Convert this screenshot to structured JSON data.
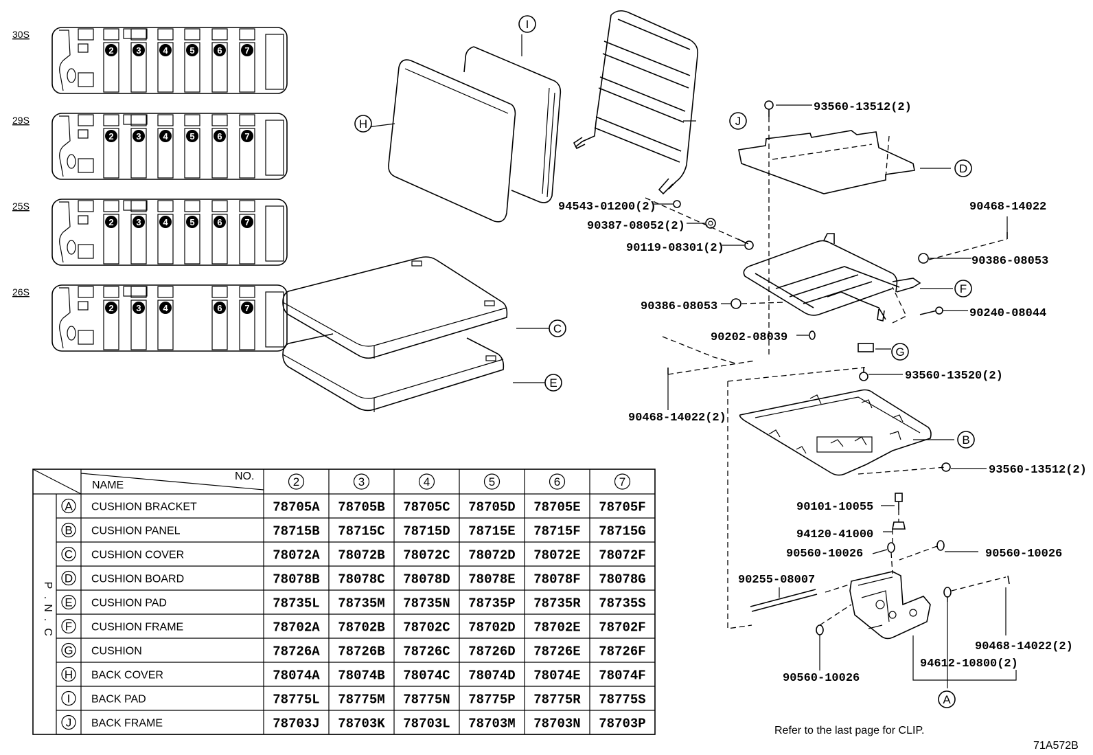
{
  "seat_layouts": [
    "30S",
    "29S",
    "25S",
    "26S"
  ],
  "layout_numbers": {
    "30S": [
      "2",
      "3",
      "4",
      "5",
      "6",
      "7"
    ],
    "29S": [
      "2",
      "3",
      "4",
      "5",
      "6",
      "7"
    ],
    "25S": [
      "2",
      "3",
      "4",
      "5",
      "6",
      "7"
    ],
    "26S": [
      "2",
      "3",
      "4",
      "6",
      "7"
    ]
  },
  "callouts": {
    "I": "I",
    "H": "H",
    "J": "J",
    "C": "C",
    "E": "E",
    "D": "D",
    "F": "F",
    "G": "G",
    "B": "B",
    "A": "A"
  },
  "part_numbers": {
    "p93560_13512_top": "93560-13512(2)",
    "p94543_01200": "94543-01200(2)",
    "p90387_08052": "90387-08052(2)",
    "p90119_08301": "90119-08301(2)",
    "p90468_14022_top": "90468-14022",
    "p90386_08053_right": "90386-08053",
    "p90386_08053_left": "90386-08053",
    "p90240_08044": "90240-08044",
    "p90202_08039": "90202-08039",
    "p93560_13520": "93560-13520(2)",
    "p90468_14022_left": "90468-14022(2)",
    "p93560_13512_bottom": "93560-13512(2)",
    "p90101_10055": "90101-10055",
    "p94120_41000": "94120-41000",
    "p90560_10026_a": "90560-10026",
    "p90560_10026_b": "90560-10026",
    "p90255_08007": "90255-08007",
    "p90468_14022_right": "90468-14022(2)",
    "p94612_10800": "94612-10800(2)",
    "p90560_10026_c": "90560-10026"
  },
  "table": {
    "header_name": "NAME",
    "header_no": "NO.",
    "pnc_label": [
      "P",
      ".",
      "N",
      ".",
      "C"
    ],
    "columns": [
      "2",
      "3",
      "4",
      "5",
      "6",
      "7"
    ],
    "rows": [
      {
        "key": "A",
        "name": "CUSHION BRACKET",
        "codes": [
          "78705A",
          "78705B",
          "78705C",
          "78705D",
          "78705E",
          "78705F"
        ]
      },
      {
        "key": "B",
        "name": "CUSHION PANEL",
        "codes": [
          "78715B",
          "78715C",
          "78715D",
          "78715E",
          "78715F",
          "78715G"
        ]
      },
      {
        "key": "C",
        "name": "CUSHION COVER",
        "codes": [
          "78072A",
          "78072B",
          "78072C",
          "78072D",
          "78072E",
          "78072F"
        ]
      },
      {
        "key": "D",
        "name": "CUSHION BOARD",
        "codes": [
          "78078B",
          "78078C",
          "78078D",
          "78078E",
          "78078F",
          "78078G"
        ]
      },
      {
        "key": "E",
        "name": "CUSHION PAD",
        "codes": [
          "78735L",
          "78735M",
          "78735N",
          "78735P",
          "78735R",
          "78735S"
        ]
      },
      {
        "key": "F",
        "name": "CUSHION FRAME",
        "codes": [
          "78702A",
          "78702B",
          "78702C",
          "78702D",
          "78702E",
          "78702F"
        ]
      },
      {
        "key": "G",
        "name": "CUSHION",
        "codes": [
          "78726A",
          "78726B",
          "78726C",
          "78726D",
          "78726E",
          "78726F"
        ]
      },
      {
        "key": "H",
        "name": "BACK COVER",
        "codes": [
          "78074A",
          "78074B",
          "78074C",
          "78074D",
          "78074E",
          "78074F"
        ]
      },
      {
        "key": "I",
        "name": "BACK PAD",
        "codes": [
          "78775L",
          "78775M",
          "78775N",
          "78775P",
          "78775R",
          "78775S"
        ]
      },
      {
        "key": "J",
        "name": "BACK FRAME",
        "codes": [
          "78703J",
          "78703K",
          "78703L",
          "78703M",
          "78703N",
          "78703P"
        ]
      }
    ]
  },
  "note": "Refer to the last page for CLIP.",
  "figure_id": "71A572B"
}
